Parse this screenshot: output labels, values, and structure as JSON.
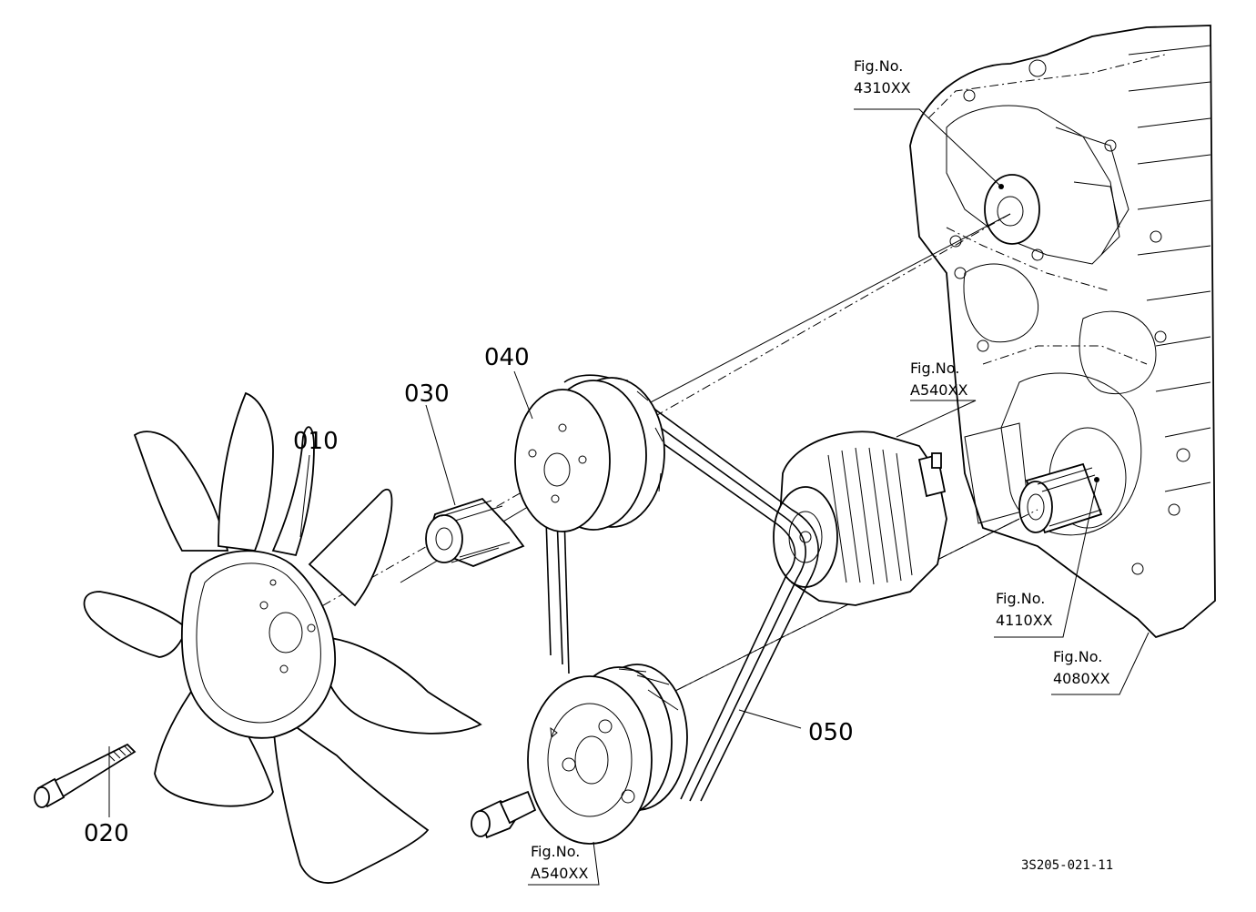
{
  "labels": {
    "fan": "010",
    "bolt": "020",
    "spacer": "030",
    "pulley": "040",
    "belt": "050"
  },
  "figure_refs": {
    "fig_4310": {
      "title": "Fig.No.",
      "code": "4310XX"
    },
    "fig_a540_top": {
      "title": "Fig.No.",
      "code": "A540XX"
    },
    "fig_4110": {
      "title": "Fig.No.",
      "code": "4110XX"
    },
    "fig_4080": {
      "title": "Fig.No.",
      "code": "4080XX"
    },
    "fig_a540_bottom": {
      "title": "Fig.No.",
      "code": "A540XX"
    }
  },
  "drawing_code": "3S205-021-11"
}
